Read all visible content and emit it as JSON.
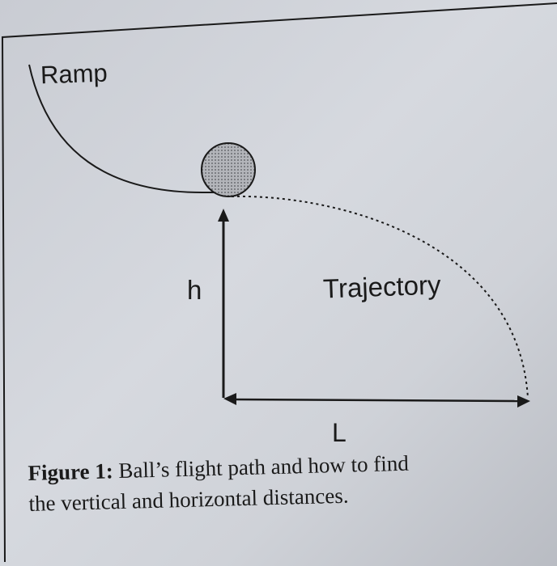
{
  "diagram": {
    "ramp_label": "Ramp",
    "height_label": "h",
    "trajectory_label": "Trajectory",
    "length_label": "L"
  },
  "caption": {
    "label": "Figure 1:",
    "line1": "Ball’s flight path and how to find",
    "line2": "the vertical and horizontal distances."
  },
  "colors": {
    "ink": "#1a1a1a",
    "ball_fill": "#a9abb0"
  }
}
